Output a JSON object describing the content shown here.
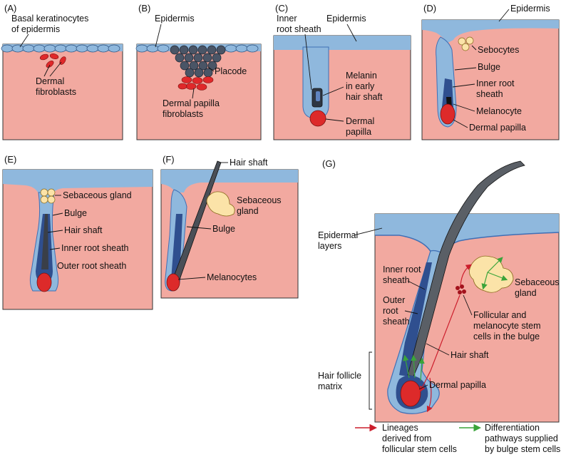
{
  "panels": {
    "A": {
      "letter": "(A)",
      "basal": [
        "Basal keratinocytes",
        "of epidermis"
      ],
      "dermal": [
        "Dermal",
        "fibroblasts"
      ]
    },
    "B": {
      "letter": "(B)",
      "epidermis": "Epidermis",
      "placode": "Placode",
      "papilla": [
        "Dermal papilla",
        "fibroblasts"
      ]
    },
    "C": {
      "letter": "(C)",
      "inner": [
        "Inner",
        "root sheath"
      ],
      "epidermis": "Epidermis",
      "melanin": [
        "Melanin",
        "in early",
        "hair shaft"
      ],
      "papilla": [
        "Dermal",
        "papilla"
      ]
    },
    "D": {
      "letter": "(D)",
      "epidermis": "Epidermis",
      "sebocytes": "Sebocytes",
      "bulge": "Bulge",
      "inner": [
        "Inner root",
        "sheath"
      ],
      "melanocyte": "Melanocyte",
      "papilla": "Dermal papilla"
    },
    "E": {
      "letter": "(E)",
      "sebaceous": "Sebaceous gland",
      "bulge": "Bulge",
      "shaft": "Hair shaft",
      "inner": "Inner root sheath",
      "outer": "Outer root sheath"
    },
    "F": {
      "letter": "(F)",
      "shaft": "Hair shaft",
      "sebaceous": [
        "Sebaceous",
        "gland"
      ],
      "bulge": "Bulge",
      "melanocytes": "Melanocytes"
    },
    "G": {
      "letter": "(G)",
      "layers": [
        "Epidermal",
        "layers"
      ],
      "inner": [
        "Inner root",
        "sheath"
      ],
      "outer": [
        "Outer",
        "root",
        "sheath"
      ],
      "sebaceous": [
        "Sebaceous",
        "gland"
      ],
      "stem": [
        "Follicular and",
        "melanocyte stem",
        "cells in the bulge"
      ],
      "shaft": "Hair shaft",
      "matrix": [
        "Hair follicle",
        "matrix"
      ],
      "papilla": "Dermal papilla"
    }
  },
  "legend": {
    "lineages": [
      "Lineages",
      "derived from",
      "follicular stem cells"
    ],
    "differentiation": [
      "Differentiation",
      "pathways supplied",
      "by bulge stem cells"
    ]
  },
  "colors": {
    "skin": "#f2a9a0",
    "epidermis": "#8fb8dd",
    "sheath": "#3f6fb5",
    "papilla": "#dd2a2a",
    "gland": "#fbe3a8",
    "lineage_arrow": "#cc1e2c",
    "differentiation_arrow": "#3aa43a"
  }
}
